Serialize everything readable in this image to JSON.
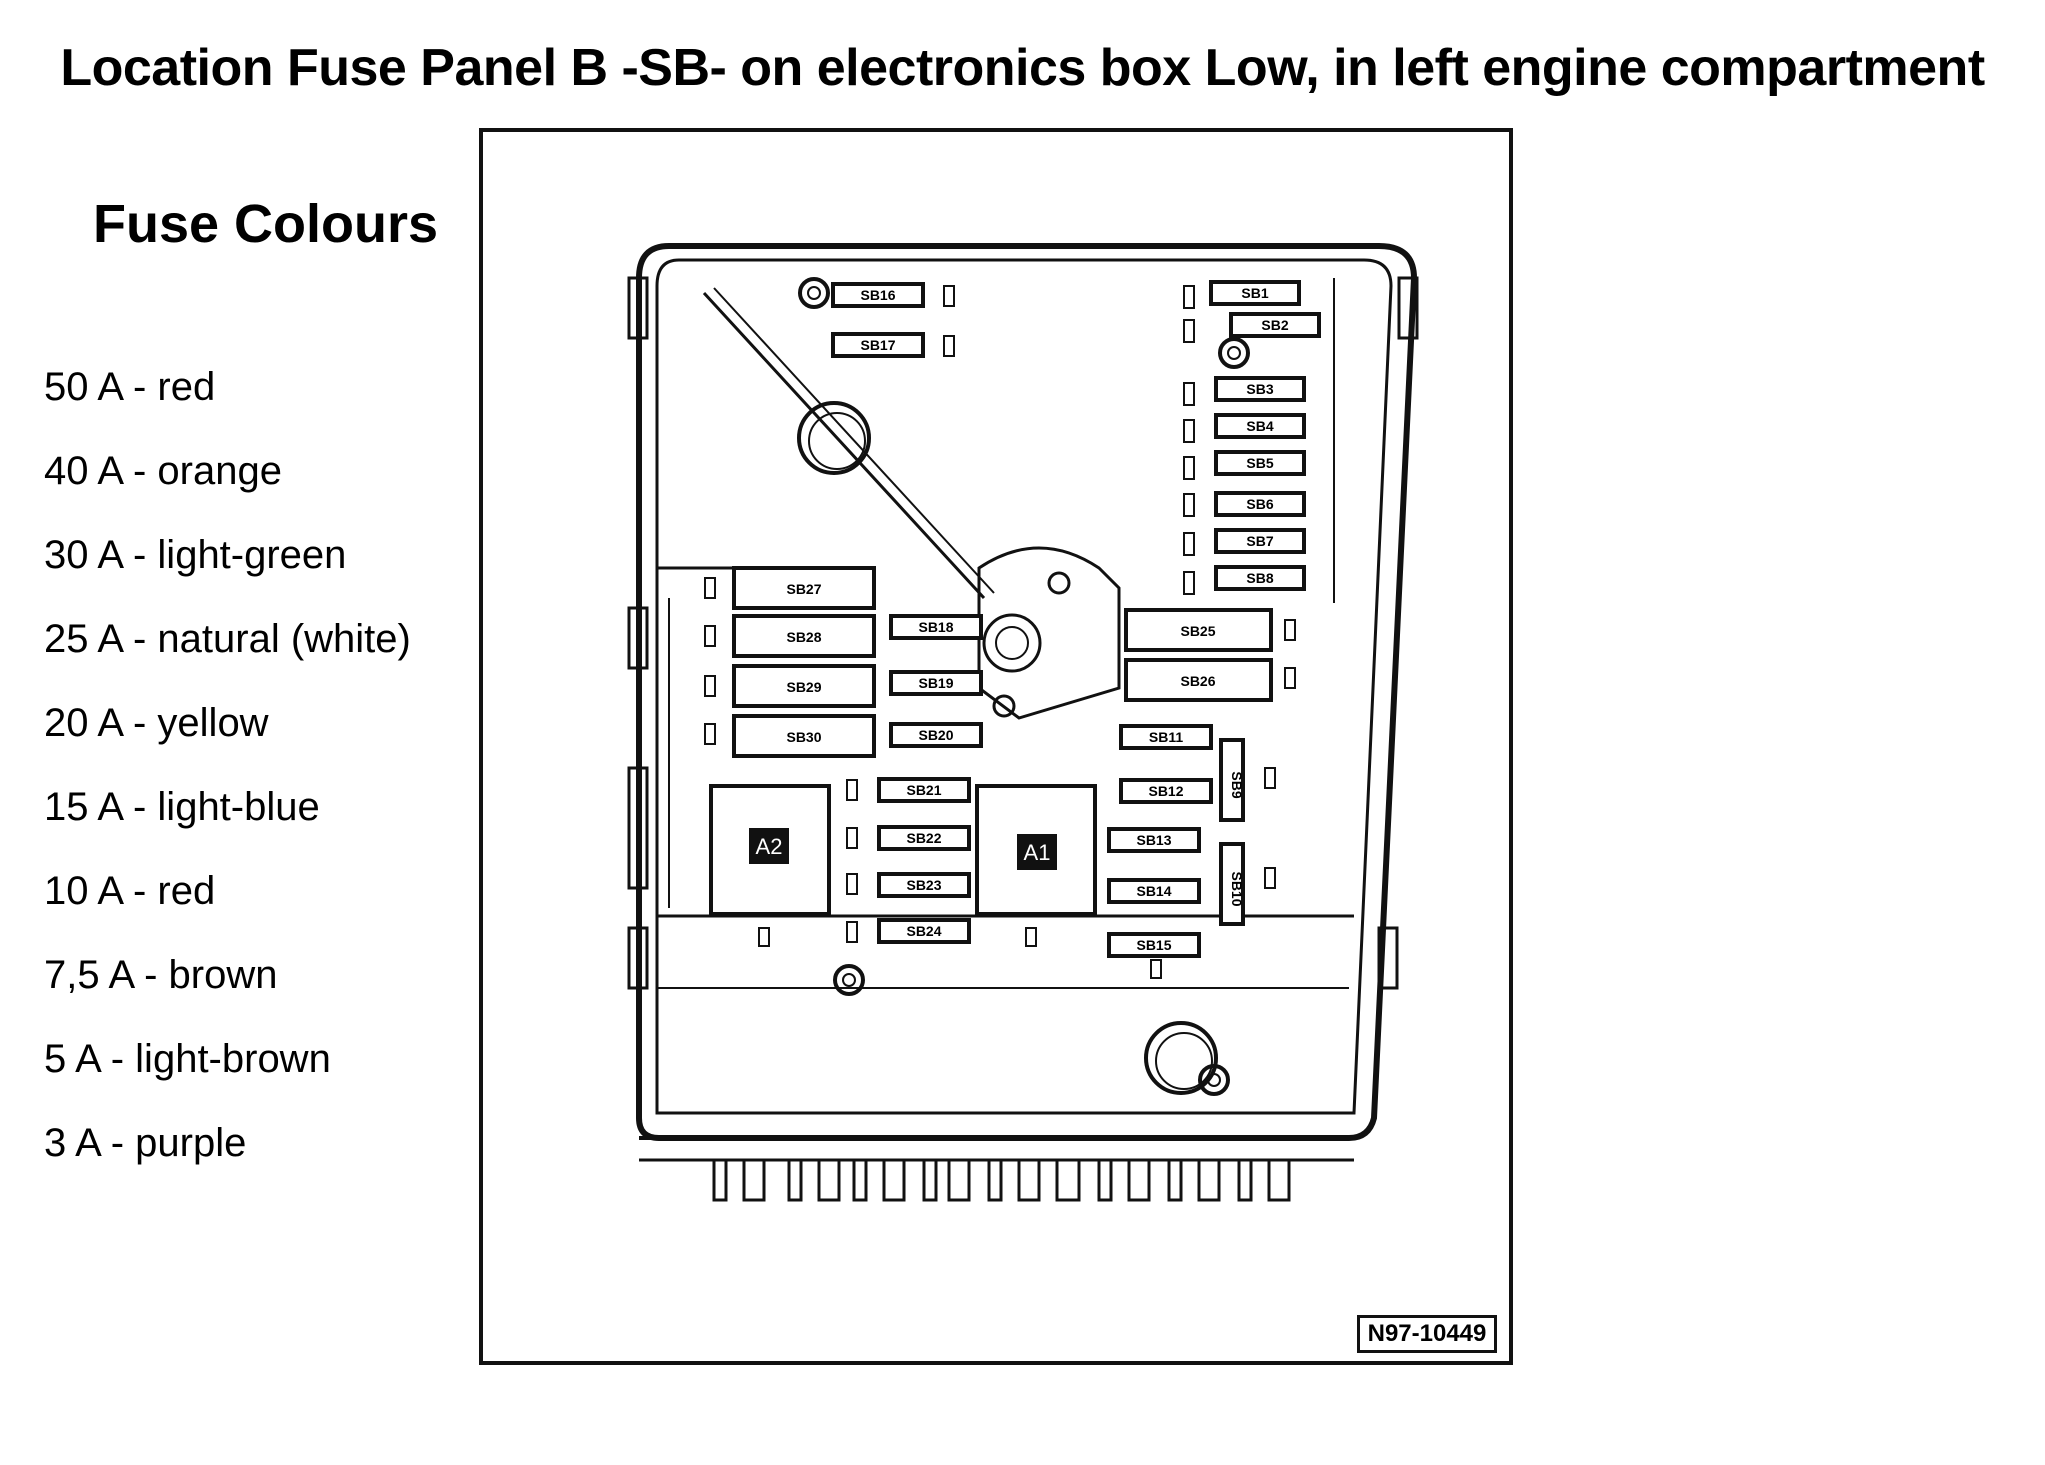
{
  "title": "Location Fuse Panel B -SB- on electronics box Low, in left engine compartment",
  "legend": {
    "heading": "Fuse Colours",
    "items": [
      "50 A - red",
      "40 A - orange",
      "30 A - light-green",
      "25 A - natural (white)",
      "20 A - yellow",
      "15 A - light-blue",
      "10 A - red",
      "7,5 A - brown",
      "5 A - light-brown",
      "3 A - purple"
    ]
  },
  "diagram": {
    "reference": "N97-10449",
    "relays": [
      "A2",
      "A1"
    ],
    "fuses": [
      "SB1",
      "SB2",
      "SB3",
      "SB4",
      "SB5",
      "SB6",
      "SB7",
      "SB8",
      "SB9",
      "SB10",
      "SB11",
      "SB12",
      "SB13",
      "SB14",
      "SB15",
      "SB16",
      "SB17",
      "SB18",
      "SB19",
      "SB20",
      "SB21",
      "SB22",
      "SB23",
      "SB24",
      "SB25",
      "SB26",
      "SB27",
      "SB28",
      "SB29",
      "SB30"
    ]
  }
}
